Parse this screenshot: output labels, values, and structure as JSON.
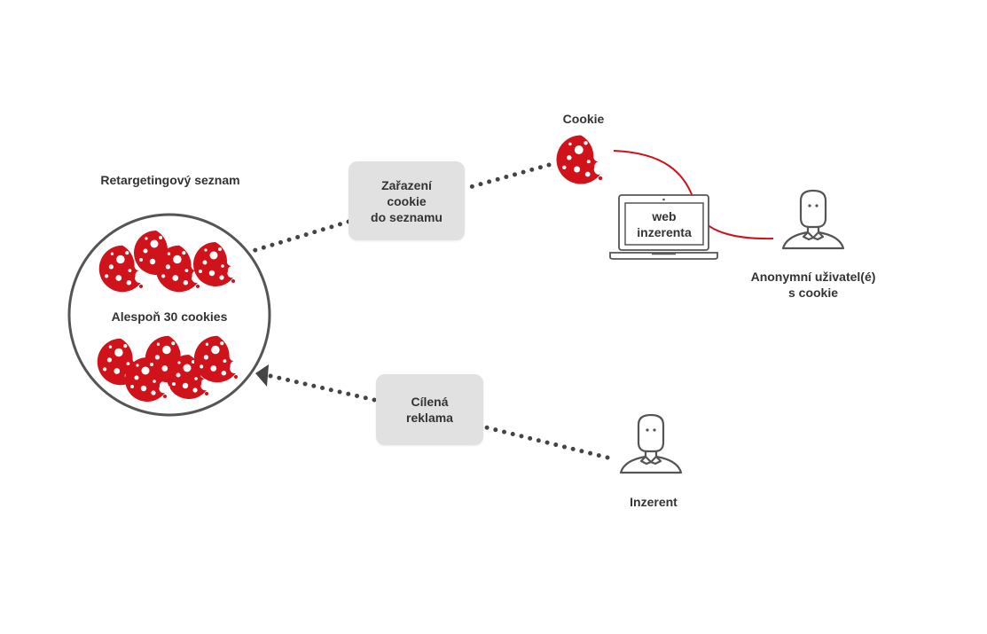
{
  "labels": {
    "retargeting_list": "Retargetingový seznam",
    "min_cookies": "Alespoň 30 cookies",
    "cookie": "Cookie",
    "website_line1": "web",
    "website_line2": "inzerenta",
    "anonymous_user_line1": "Anonymní uživatel(é)",
    "anonymous_user_line2": "s cookie",
    "advertiser": "Inzerent"
  },
  "steps": {
    "add_to_list": [
      "Zařazení",
      "cookie",
      "do seznamu"
    ],
    "targeted_ads": [
      "Cílená",
      "reklama"
    ]
  },
  "icons": {
    "cookie": "cookie-icon",
    "laptop": "laptop-icon",
    "user": "user-icon",
    "arrow": "arrowhead-icon"
  },
  "colors": {
    "cookie_red": "#d0121b",
    "dots": "#444444",
    "box_bg": "#e1e1e1",
    "outline": "#555555",
    "text": "#333333"
  }
}
